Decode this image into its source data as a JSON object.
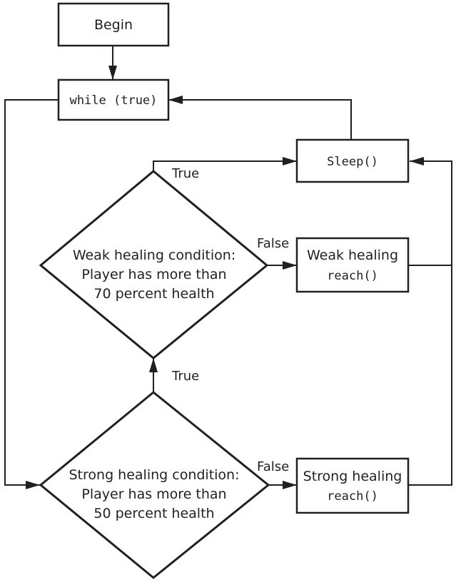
{
  "nodes": {
    "begin": "Begin",
    "loop": "while (true)",
    "sleep": "Sleep()",
    "weak_condition": [
      "Weak healing condition:",
      "Player has more than",
      "70 percent health"
    ],
    "weak_action": [
      "Weak healing",
      "reach()"
    ],
    "strong_condition": [
      "Strong healing condition:",
      "Player has more than",
      "50 percent health"
    ],
    "strong_action": [
      "Strong healing",
      "reach()"
    ]
  },
  "edge_labels": {
    "weak_true": "True",
    "weak_false": "False",
    "strong_true": "True",
    "strong_false": "False"
  },
  "colors": {
    "ink": "#231f20",
    "background": "#ffffff"
  }
}
